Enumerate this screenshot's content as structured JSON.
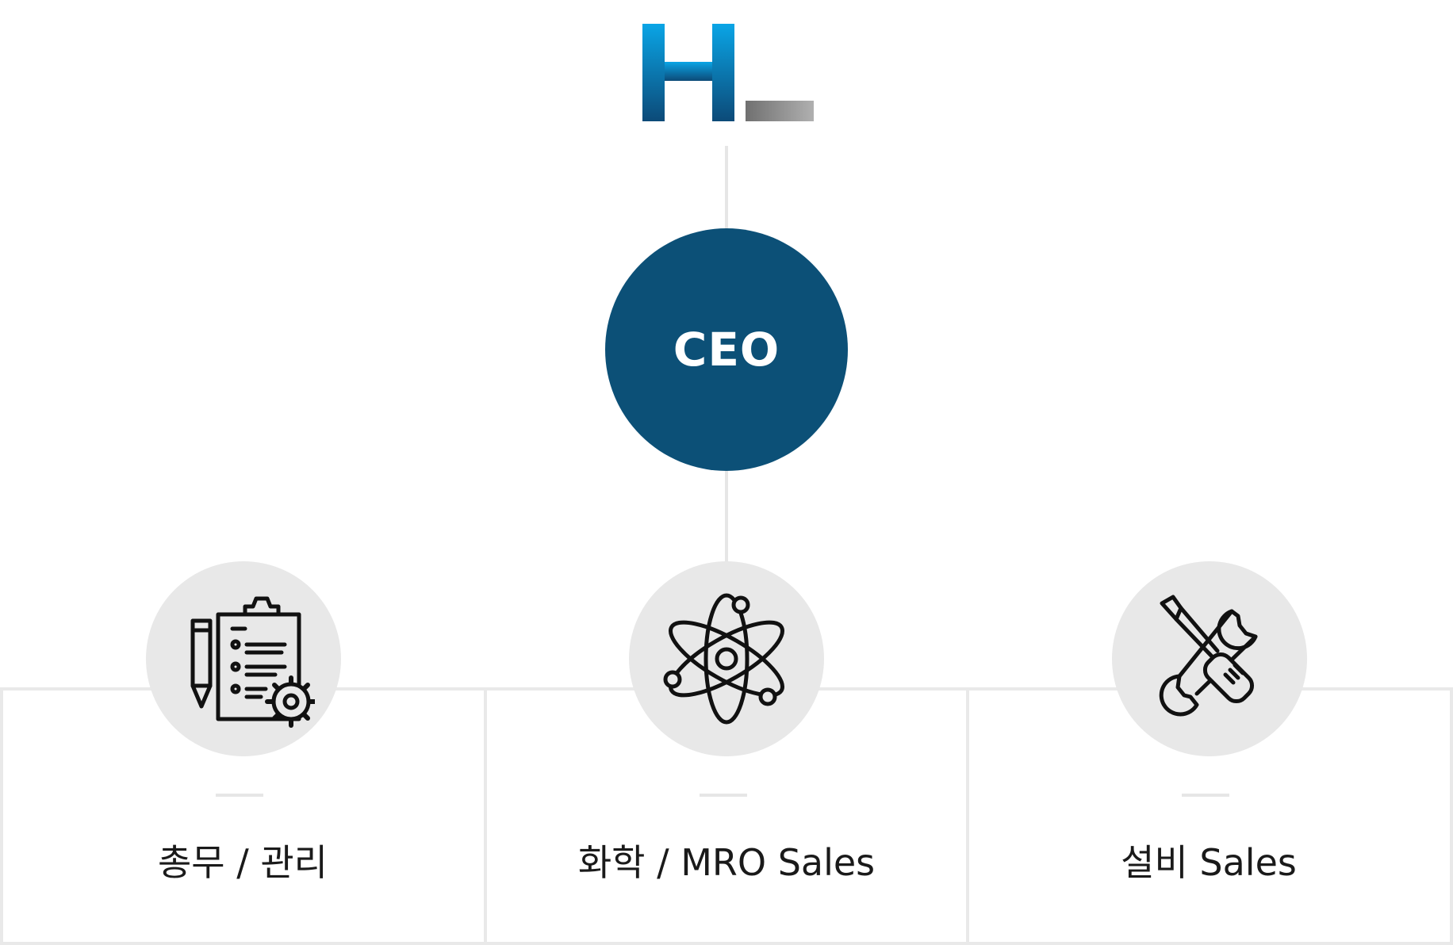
{
  "logo": {
    "icon": "hl-logo",
    "colors": {
      "blue_top": "#0aa5e6",
      "blue_bottom": "#0c4a78",
      "gray": "#9a9a9a"
    }
  },
  "ceo": {
    "label": "CEO",
    "color": "#0c5077"
  },
  "departments": [
    {
      "label": "총무 / 관리",
      "icon": "clipboard-gear-icon"
    },
    {
      "label": "화학 / MRO Sales",
      "icon": "atom-icon"
    },
    {
      "label": "설비 Sales",
      "icon": "wrench-screwdriver-icon"
    }
  ]
}
